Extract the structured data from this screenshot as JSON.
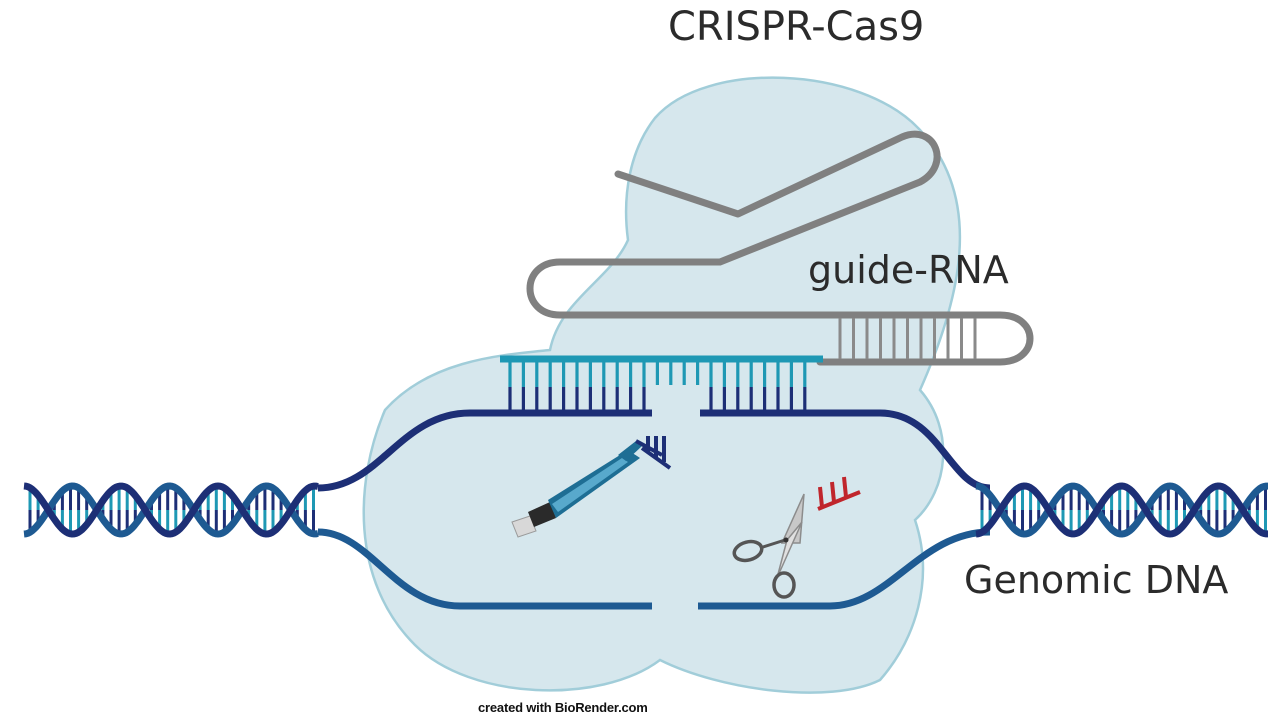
{
  "labels": {
    "title": "CRISPR-Cas9",
    "guide_rna": "guide-RNA",
    "genomic_dna": "Genomic DNA",
    "credit": "created with BioRender.com"
  },
  "icons": [
    "cas9-protein",
    "guide-rna-strand",
    "dna-double-helix",
    "tweezers-icon",
    "scissors-icon"
  ],
  "colors": {
    "protein": "#d4e6ed",
    "protein_outline": "#9ccbd8",
    "rna": "#808080",
    "dna_dark": "#1d2f76",
    "dna_mid": "#1e5a92",
    "dna_teal": "#1e98b4",
    "cut_fragment": "#c0262c"
  }
}
